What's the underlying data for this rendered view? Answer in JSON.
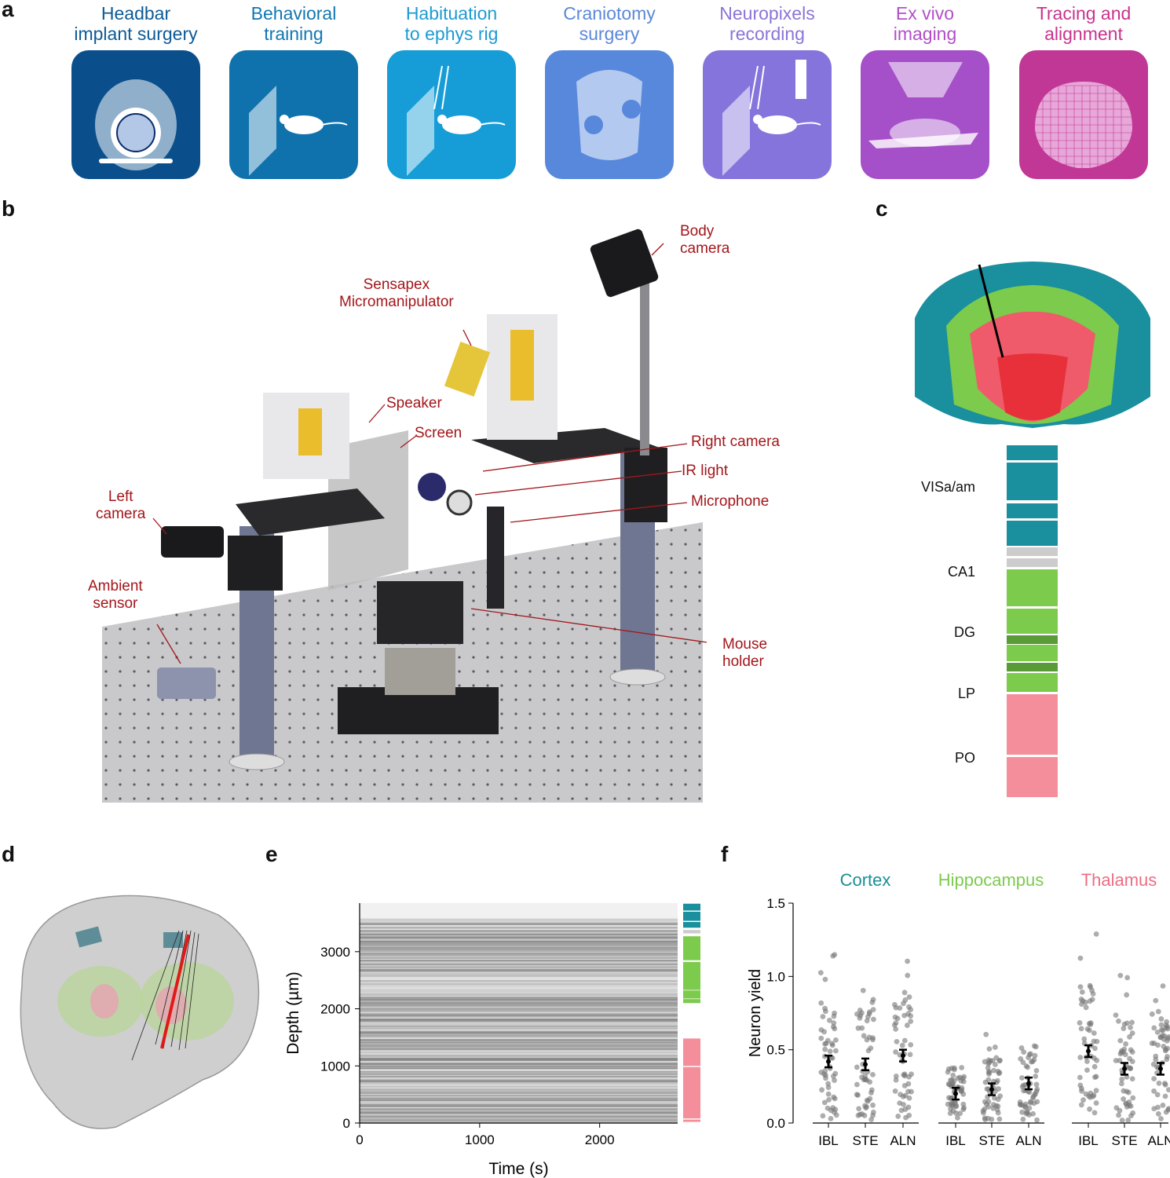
{
  "panel_a": {
    "letter": "a",
    "steps": [
      {
        "line1": "Headbar",
        "line2": "implant surgery",
        "color": "#0d5a96",
        "box": "#0a4f8c",
        "icon": "headbar-icon"
      },
      {
        "line1": "Behavioral",
        "line2": "training",
        "color": "#1177b2",
        "box": "#0f72ac",
        "icon": "training-icon"
      },
      {
        "line1": "Habituation",
        "line2": "to ephys rig",
        "color": "#1d9bd3",
        "box": "#169dd8",
        "icon": "habituation-icon"
      },
      {
        "line1": "Craniotomy",
        "line2": "surgery",
        "color": "#5b88d8",
        "box": "#5888dc",
        "icon": "craniotomy-icon"
      },
      {
        "line1": "Neuropixels",
        "line2": "recording",
        "color": "#8b74d6",
        "box": "#8574dc",
        "icon": "recording-icon"
      },
      {
        "line1": "Ex vivo",
        "line2": "imaging",
        "color": "#b14fc7",
        "box": "#a54fc8",
        "icon": "imaging-icon"
      },
      {
        "line1": "Tracing and",
        "line2": "alignment",
        "color": "#c9338e",
        "box": "#c13796",
        "icon": "tracing-icon"
      }
    ]
  },
  "panel_b": {
    "letter": "b",
    "callouts": {
      "body_camera": [
        "Body",
        "camera"
      ],
      "micromanipulator": [
        "Sensapex",
        "Micromanipulator"
      ],
      "speaker": [
        "Speaker"
      ],
      "screen": [
        "Screen"
      ],
      "right_camera": [
        "Right camera"
      ],
      "ir_light": [
        "IR light"
      ],
      "microphone": [
        "Microphone"
      ],
      "left_camera": [
        "Left",
        "camera"
      ],
      "ambient_sensor": [
        "Ambient",
        "sensor"
      ],
      "mouse_holder": [
        "Mouse",
        "holder"
      ]
    }
  },
  "panel_c": {
    "letter": "c",
    "regions": [
      "VISa/am",
      "CA1",
      "DG",
      "LP",
      "PO"
    ]
  },
  "panel_d": {
    "letter": "d"
  },
  "panel_e": {
    "letter": "e",
    "xlabel": "Time (s)",
    "ylabel": "Depth (µm)",
    "xticks": [
      "0",
      "1000",
      "2000"
    ],
    "yticks": [
      "0",
      "1000",
      "2000",
      "3000"
    ]
  },
  "panel_f": {
    "letter": "f",
    "groups": [
      {
        "title": "Cortex",
        "color": "#1a8f96"
      },
      {
        "title": "Hippocampus",
        "color": "#7ccb4c"
      },
      {
        "title": "Thalamus",
        "color": "#ef6c84"
      }
    ],
    "ylabel": "Neuron yield",
    "yticks": [
      "0.0",
      "0.5",
      "1.0",
      "1.5"
    ],
    "labs": [
      "IBL",
      "STE",
      "ALN"
    ]
  },
  "chart_data": {
    "type": "scatter",
    "ylabel": "Neuron yield",
    "ylim": [
      0,
      1.5
    ],
    "categories": [
      "IBL",
      "STE",
      "ALN"
    ],
    "series": [
      {
        "name": "Cortex",
        "values": [
          0.42,
          0.4,
          0.46
        ]
      },
      {
        "name": "Hippocampus",
        "values": [
          0.2,
          0.23,
          0.27
        ]
      },
      {
        "name": "Thalamus",
        "values": [
          0.49,
          0.37,
          0.37
        ]
      }
    ]
  }
}
